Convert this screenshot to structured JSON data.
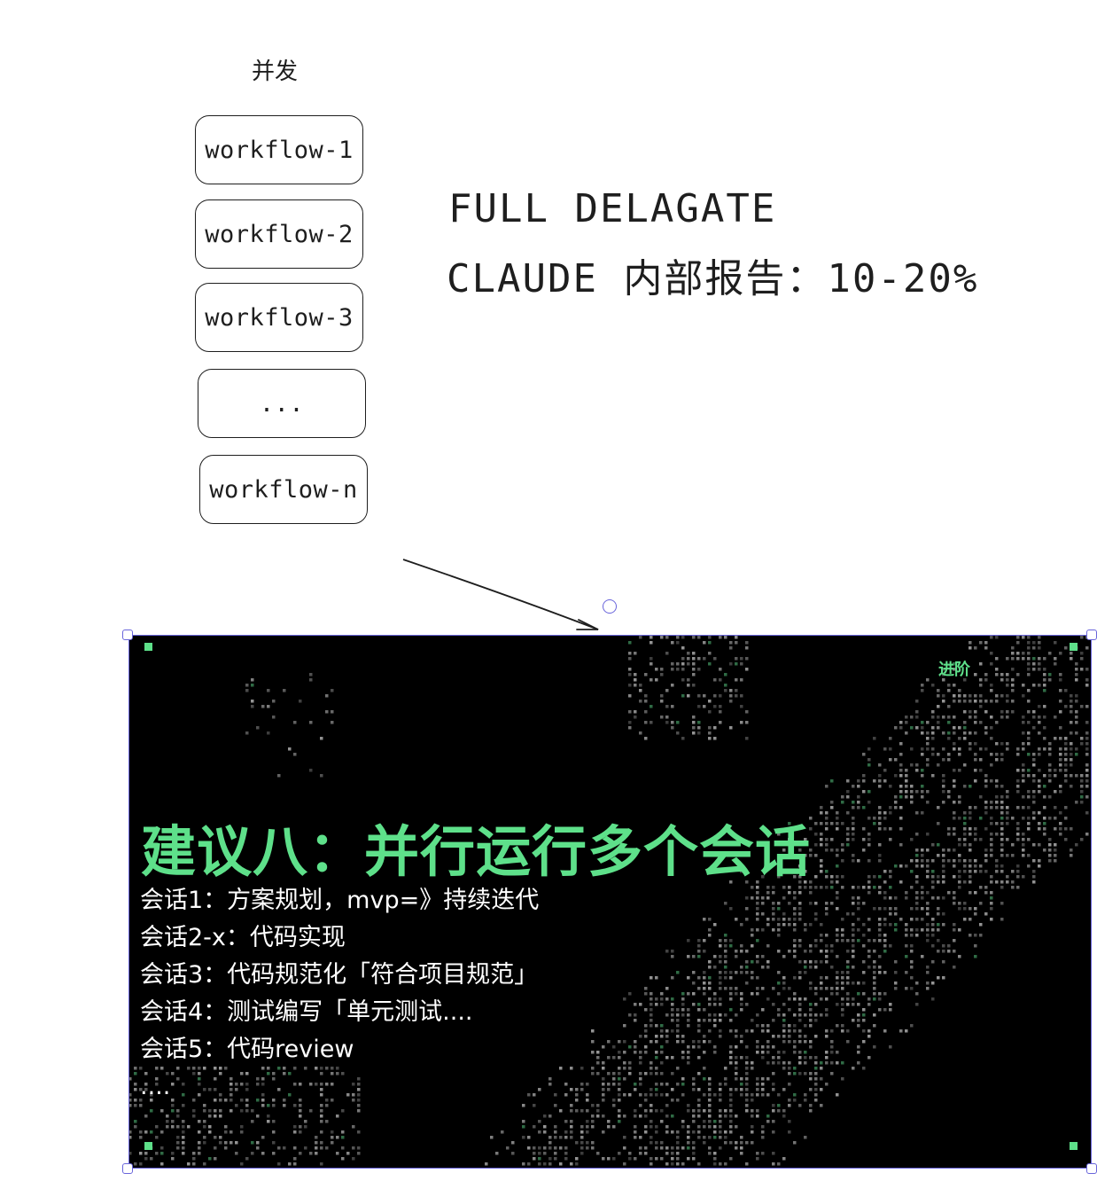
{
  "canvas": {
    "concurrent_label": "并发",
    "workflows": [
      "workflow-1",
      "workflow-2",
      "workflow-3",
      "...",
      "workflow-n"
    ],
    "note_line1": "FULL DELAGATE",
    "note_line2": "CLAUDE 内部报告：10-20%"
  },
  "slide": {
    "tag": "进阶",
    "title": "建议八：并行运行多个会话",
    "lines": [
      "会话1：方案规划，mvp=》持续迭代",
      "会话2-x：代码实现",
      "会话3：代码规范化「符合项目规范」",
      "会话4：测试编写「单元测试....",
      "会话5：代码review",
      "...."
    ]
  },
  "colors": {
    "accent_green": "#5ee08a",
    "selection": "#6965db",
    "slide_bg": "#000000",
    "ink": "#1e1e1e"
  }
}
